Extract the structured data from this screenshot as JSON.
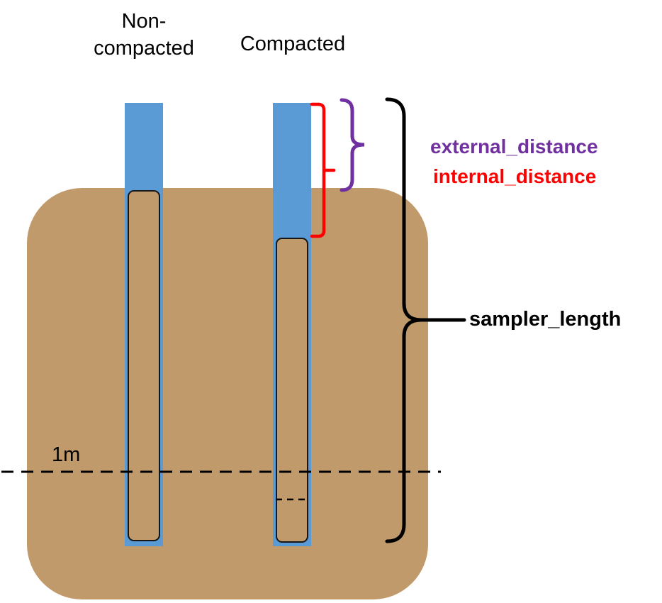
{
  "labels": {
    "non_compacted": "Non-\ncompacted",
    "compacted": "Compacted",
    "external_distance": "external_distance",
    "internal_distance": "internal_distance",
    "sampler_length": "sampler_length",
    "depth_marker": "1m"
  },
  "colors": {
    "tube_blue": "#5B9BD5",
    "soil_brown": "#C19A6B",
    "external_purple": "#7030A0",
    "internal_red": "#FF0000",
    "annotation_black": "#000000"
  }
}
